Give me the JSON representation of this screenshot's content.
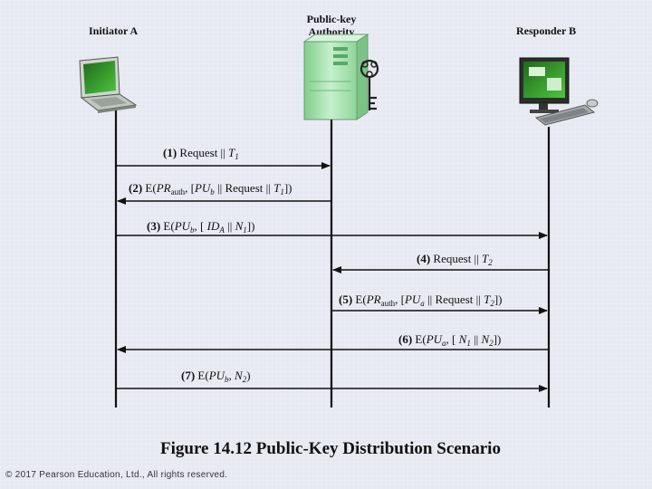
{
  "actors": {
    "initiator": "Initiator A",
    "authority_line1": "Public-key",
    "authority_line2": "Authority",
    "responder": "Responder B"
  },
  "icons": [
    "laptop-icon",
    "server-icon",
    "key-icon",
    "desktop-computer-icon"
  ],
  "messages": [
    {
      "step": "(1)",
      "from": "initiator",
      "to": "authority",
      "parts": [
        "Request || ",
        "T",
        "1"
      ]
    },
    {
      "step": "(2)",
      "from": "authority",
      "to": "initiator",
      "parts": [
        "E(",
        "PR",
        "auth",
        ", [",
        "PU",
        "b",
        " || Request || ",
        "T",
        "1",
        "])"
      ]
    },
    {
      "step": "(3)",
      "from": "initiator",
      "to": "responder",
      "parts": [
        "E(",
        "PU",
        "b",
        ", [ ",
        "ID",
        "A",
        " || ",
        "N",
        "1",
        "])"
      ]
    },
    {
      "step": "(4)",
      "from": "responder",
      "to": "authority",
      "parts": [
        "Request || ",
        "T",
        "2"
      ]
    },
    {
      "step": "(5)",
      "from": "authority",
      "to": "responder",
      "parts": [
        "E(",
        "PR",
        "auth",
        ", [",
        "PU",
        "a",
        " || Request || ",
        "T",
        "2",
        "])"
      ]
    },
    {
      "step": "(6)",
      "from": "responder",
      "to": "initiator",
      "parts": [
        "E(",
        "PU",
        "a",
        ", [ ",
        "N",
        "1",
        " || ",
        "N",
        "2",
        "])"
      ]
    },
    {
      "step": "(7)",
      "from": "initiator",
      "to": "responder",
      "parts": [
        "E(",
        "PU",
        "b",
        ", ",
        "N",
        "2",
        ")"
      ]
    }
  ],
  "caption": "Figure 14.12  Public-Key Distribution Scenario",
  "copyright": "© 2017 Pearson Education, Ltd., All rights reserved.",
  "colors": {
    "screen_green": "#3aa82e",
    "server_green": "#a8e0b0",
    "line": "#111111"
  }
}
